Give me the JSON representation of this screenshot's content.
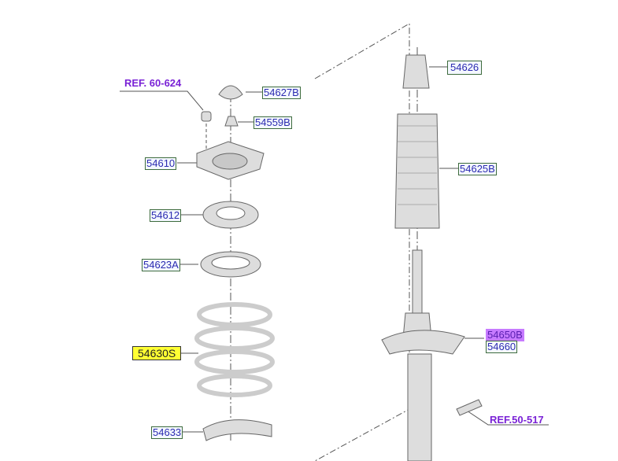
{
  "refs": {
    "r1": "REF. 60-624",
    "r2": "REF.50-517"
  },
  "labels": {
    "p54627b": "54627B",
    "p54559b": "54559B",
    "p54610": "54610",
    "p54612": "54612",
    "p54623a": "54623A",
    "p54630s": "54630S",
    "p54633": "54633",
    "p54626": "54626",
    "p54625b": "54625B",
    "p54650b": "54650B",
    "p54660": "54660"
  },
  "colors": {
    "highlight": "#ffff33",
    "label_text": "#2b2bb0",
    "ref_text": "#7a22d6",
    "part_fill": "#d8d8d8"
  }
}
